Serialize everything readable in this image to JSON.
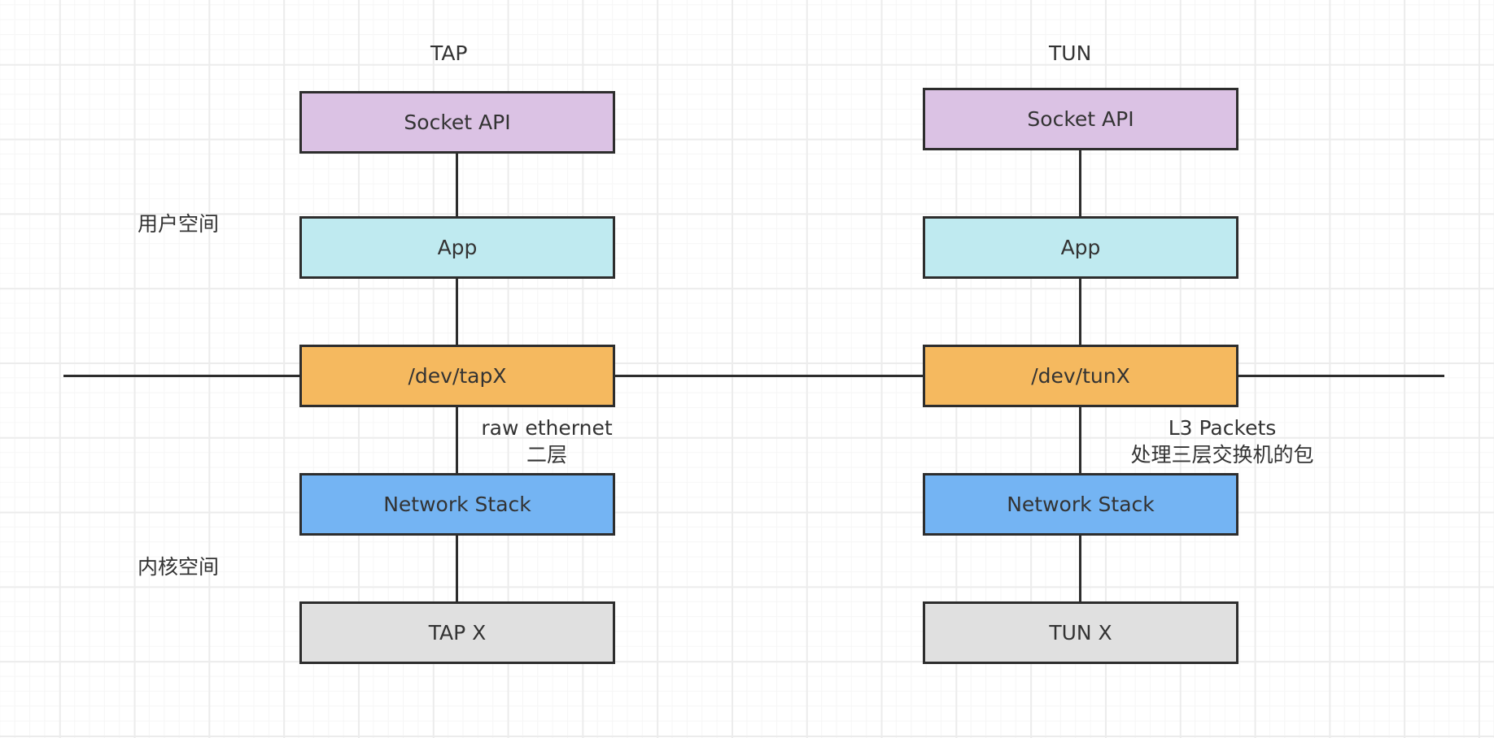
{
  "columns": {
    "tap": {
      "title": "TAP",
      "socket_api": "Socket API",
      "app": "App",
      "device": "/dev/tapX",
      "link_label_line1": "raw ethernet",
      "link_label_line2": "二层",
      "network_stack": "Network Stack",
      "interface": "TAP X"
    },
    "tun": {
      "title": "TUN",
      "socket_api": "Socket API",
      "app": "App",
      "device": "/dev/tunX",
      "link_label_line1": "L3 Packets",
      "link_label_line2": "处理三层交换机的包",
      "network_stack": "Network Stack",
      "interface": "TUN X"
    }
  },
  "regions": {
    "user_space": "用户空间",
    "kernel_space": "内核空间"
  },
  "colors": {
    "socket_api": "#dbc2e4",
    "app": "#bfeaf0",
    "device": "#f5b95f",
    "network_stack": "#74b4f3",
    "interface": "#e0e0e0",
    "stroke": "#2d2d2d"
  }
}
